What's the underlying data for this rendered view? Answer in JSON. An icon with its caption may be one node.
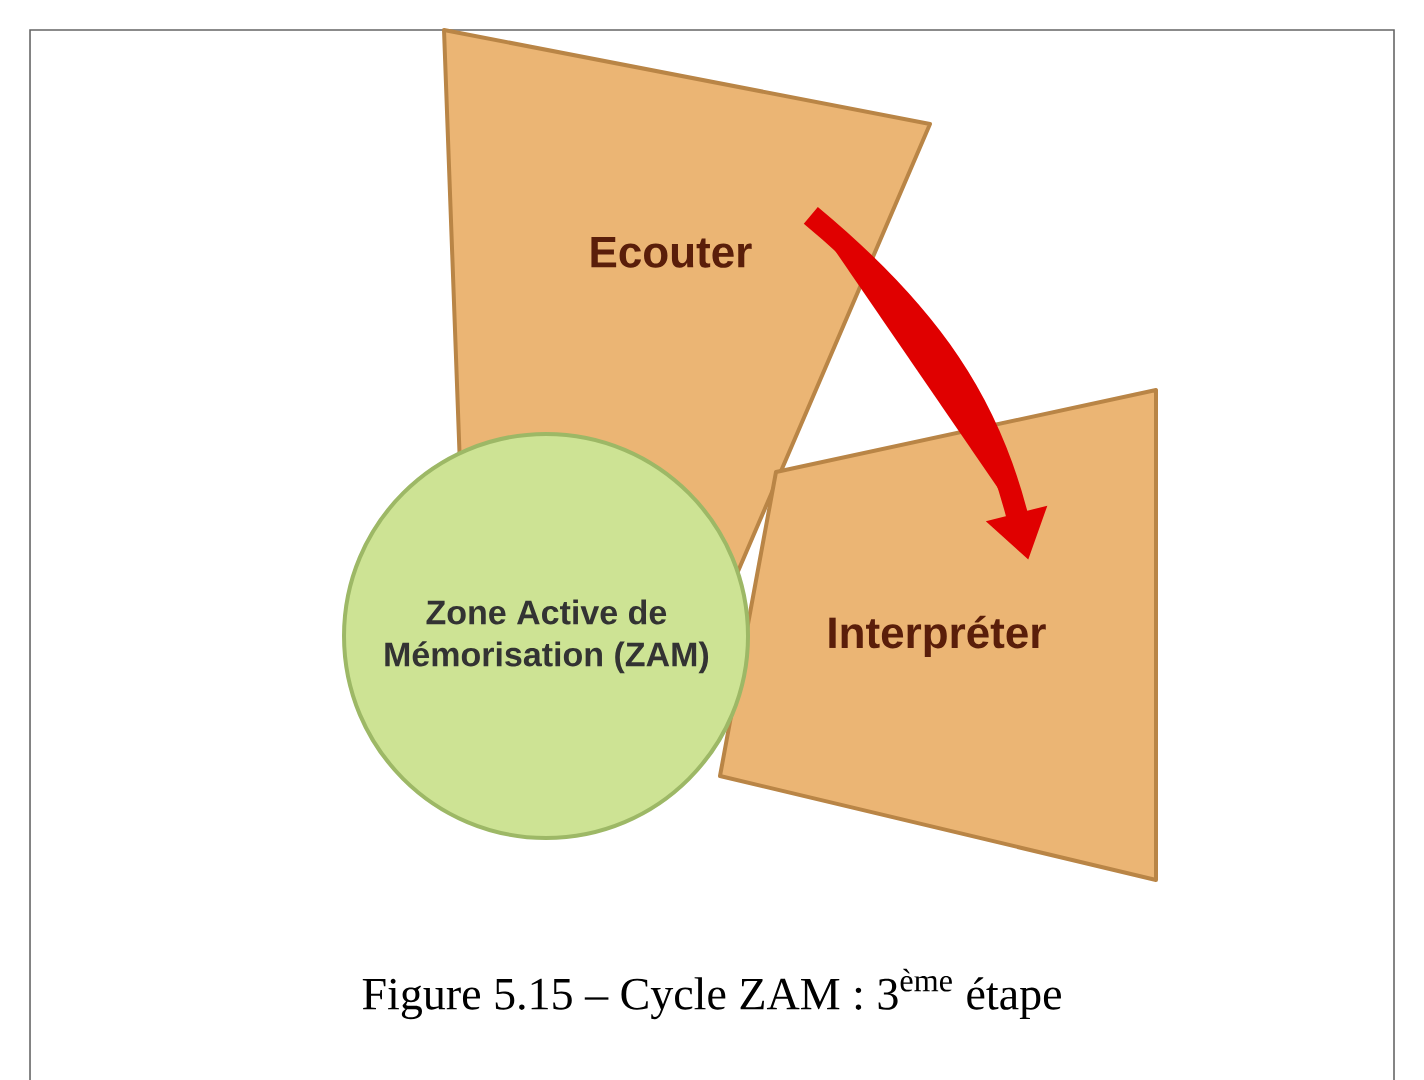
{
  "diagram": {
    "caption": "Figure 5.15 – Cycle ZAM : 3$^{ème}$ étape",
    "nodes": [
      {
        "text": [
          "Ecouter"
        ]
      },
      {
        "text": [
          "Interpréter"
        ]
      },
      {
        "text": [
          "Zone Active de Mémorisation (ZAM)"
        ]
      }
    ],
    "edges": [
      {
        "from": 0,
        "to": 1,
        "arrow": "to"
      }
    ]
  }
}
